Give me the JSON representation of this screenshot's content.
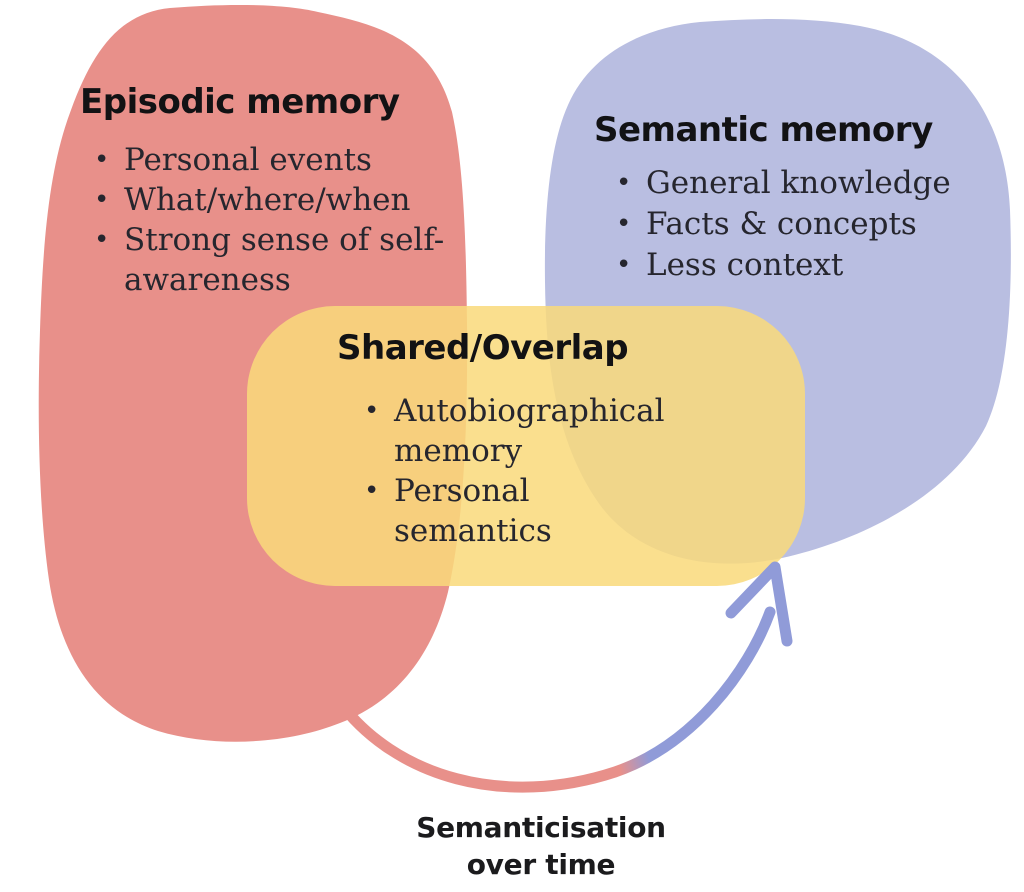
{
  "diagram": {
    "episodic": {
      "title": "Episodic memory",
      "bullets": [
        "Personal events",
        "What/where/when",
        "Strong sense of self-awareness"
      ],
      "color": "#E8908A"
    },
    "semantic": {
      "title": "Semantic memory",
      "bullets": [
        "General knowledge",
        "Facts & concepts",
        "Less context"
      ],
      "color": "#B9BEE1"
    },
    "overlap": {
      "title": "Shared/Overlap",
      "bullets": [
        "Autobiographical memory",
        "Personal semantics"
      ],
      "color": "#F9DA7B"
    },
    "arrow": {
      "label_line1": "Semanticisation",
      "label_line2": "over time",
      "from_color": "#E8908A",
      "to_color": "#909BD8"
    },
    "bullet_glyph": "•"
  }
}
